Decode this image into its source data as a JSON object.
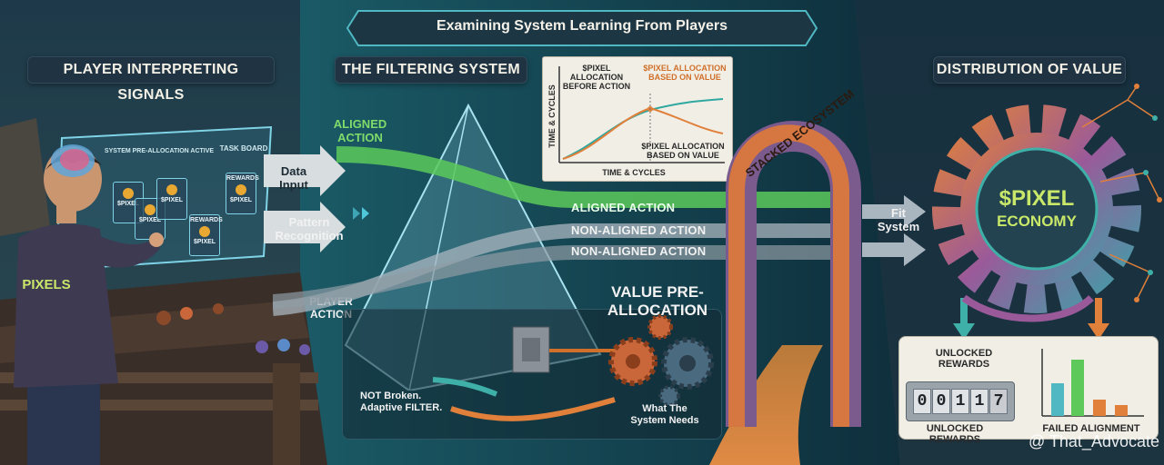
{
  "header": {
    "title": "Examining System Learning From Players"
  },
  "sections": {
    "player": "PLAYER INTERPRETING SIGNALS",
    "filter": "THE FILTERING SYSTEM",
    "distribution": "DISTRIBUTION OF VALUE"
  },
  "hud": {
    "banner": "SYSTEM PRE-ALLOCATION ACTIVE",
    "task_board": "TASK BOARD",
    "cards": [
      {
        "head": "",
        "text": "$PIXEL"
      },
      {
        "head": "",
        "text": "$PIXEL"
      },
      {
        "head": "",
        "text": "$PIXEL"
      },
      {
        "head": "REWARDS",
        "text": "$PIXEL"
      },
      {
        "head": "REWARDS",
        "text": "$PIXEL"
      }
    ]
  },
  "player": {
    "shirt": "PIXELS"
  },
  "inputs": {
    "data_input": "Data Input",
    "pattern_recognition": "Pattern Recognition",
    "player_action": "PLAYER ACTION",
    "aligned_action_in": "ALIGNED ACTION"
  },
  "inset_chart": {
    "ylabel": "TIME & CYCLES",
    "xlabel": "TIME & CYCLES",
    "legend_before": "$PIXEL ALLOCATION BEFORE ACTION",
    "legend_based": "$PIXEL ALLOCATION BASED ON VALUE",
    "legend_based_lower": "$PIXEL ALLOCATION BASED ON VALUE",
    "colors": {
      "before": "#2fa8a0",
      "based": "#e0803a"
    }
  },
  "flows": {
    "aligned": "ALIGNED ACTION",
    "non_aligned_1": "NON-ALIGNED ACTION",
    "non_aligned_2": "NON-ALIGNED ACTION"
  },
  "value_box": {
    "title": "VALUE PRE-ALLOCATION",
    "not_broken": "NOT Broken. Adaptive FILTER.",
    "what_system_needs": "What The System Needs"
  },
  "arch": {
    "label": "STACKED ECOSYSTEM"
  },
  "fit": "Fit System",
  "gear": {
    "line1": "$PIXEL",
    "line2": "ECONOMY"
  },
  "rewards": {
    "unlocked_top": "UNLOCKED REWARDS",
    "counter": [
      "0",
      "0",
      "1",
      "1",
      "7"
    ],
    "unlocked_bottom": "UNLOCKED REWARDS",
    "failed_alignment": "FAILED ALIGNMENT"
  },
  "watermark": "@ That_Advocate",
  "colors": {
    "aligned": "#5cc95a",
    "non_aligned": "#a9b6bf",
    "arch_orange": "#e07a3a",
    "arch_purple": "#7b5a8e",
    "gear_teal": "#3fb0a8",
    "gear_purple": "#8a5aa8"
  }
}
